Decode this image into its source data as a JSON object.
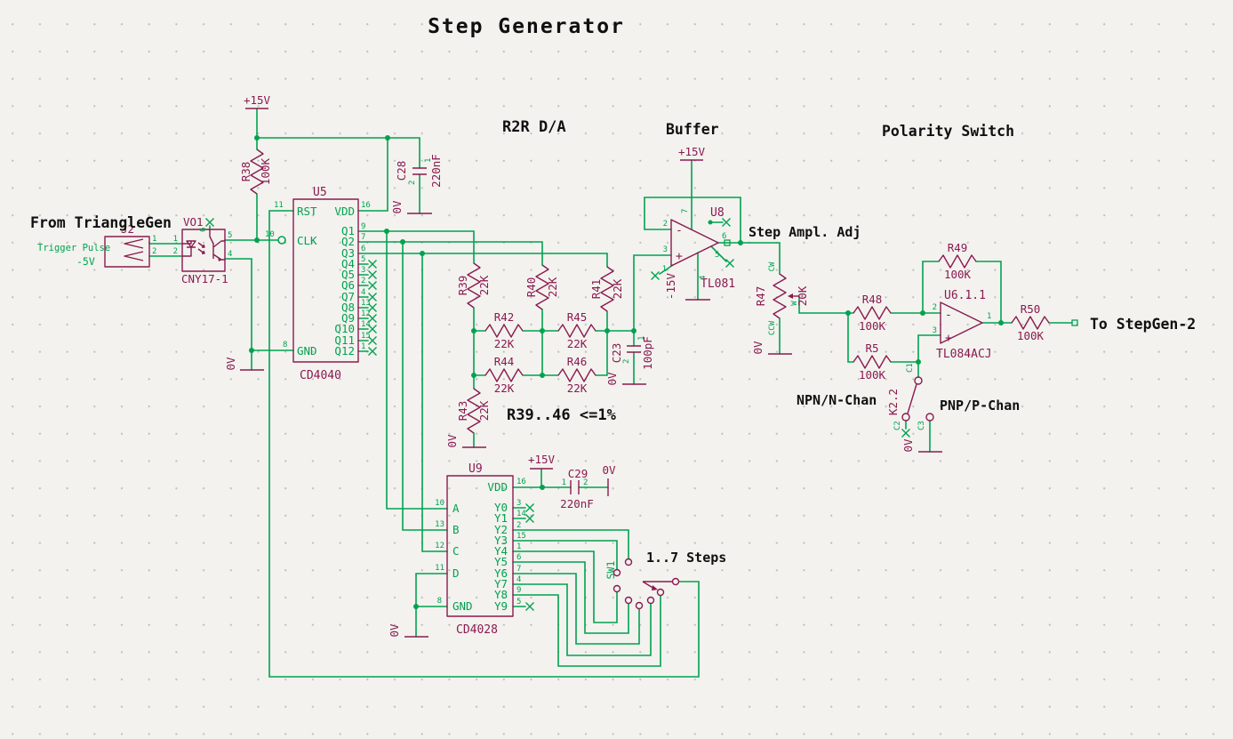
{
  "title": "Step Generator",
  "sections": {
    "r2r": "R2R D/A",
    "buffer": "Buffer",
    "polarity": "Polarity Switch"
  },
  "notes": {
    "from_trianglegen": "From TriangleGen",
    "trigger_pulse": "Trigger Pulse",
    "trigger_level": "-5V",
    "step_ampl_adj": "Step Ampl. Adj",
    "to_stepgen2": "To StepGen-2",
    "npn": "NPN/N-Chan",
    "pnp": "PNP/P-Chan",
    "steps": "1..7 Steps",
    "tolerance": "R39..46 <=1%"
  },
  "power": {
    "p15": "+15V",
    "m15": "-15V",
    "gnd": "0V"
  },
  "parts": {
    "j2": {
      "ref": "J2",
      "pins": {
        "p1": "1",
        "p2": "2"
      }
    },
    "vo1": {
      "ref": "VO1",
      "device": "CNY17-1",
      "pins": {
        "anode": "1",
        "cathode": "2",
        "base": "6",
        "collector": "5",
        "emitter": "4"
      }
    },
    "u5": {
      "ref": "U5",
      "device": "CD4040",
      "pins": {
        "rst": {
          "name": "RST",
          "num": "11"
        },
        "clk": {
          "name": "CLK",
          "num": "10"
        },
        "gnd": {
          "name": "GND",
          "num": "8"
        },
        "vdd": {
          "name": "VDD",
          "num": "16"
        }
      },
      "q": [
        {
          "name": "Q1",
          "num": "9"
        },
        {
          "name": "Q2",
          "num": "7"
        },
        {
          "name": "Q3",
          "num": "6"
        },
        {
          "name": "Q4",
          "num": "5"
        },
        {
          "name": "Q5",
          "num": "3"
        },
        {
          "name": "Q6",
          "num": "2"
        },
        {
          "name": "Q7",
          "num": "4"
        },
        {
          "name": "Q8",
          "num": "13"
        },
        {
          "name": "Q9",
          "num": "12"
        },
        {
          "name": "Q10",
          "num": "14"
        },
        {
          "name": "Q11",
          "num": "15"
        },
        {
          "name": "Q12",
          "num": "1"
        }
      ]
    },
    "r38": {
      "ref": "R38",
      "value": "100K"
    },
    "c28": {
      "ref": "C28",
      "value": "220nF",
      "pins": {
        "p1": "1",
        "p2": "2"
      }
    },
    "r39": {
      "ref": "R39",
      "value": "22K"
    },
    "r40": {
      "ref": "R40",
      "value": "22K"
    },
    "r41": {
      "ref": "R41",
      "value": "22K"
    },
    "r42": {
      "ref": "R42",
      "value": "22K"
    },
    "r43": {
      "ref": "R43",
      "value": "22K"
    },
    "r44": {
      "ref": "R44",
      "value": "22K"
    },
    "r45": {
      "ref": "R45",
      "value": "22K"
    },
    "r46": {
      "ref": "R46",
      "value": "22K"
    },
    "c23": {
      "ref": "C23",
      "value": "100pF",
      "pins": {
        "p1": "1",
        "p2": "2"
      }
    },
    "u8": {
      "ref": "U8",
      "device": "TL081",
      "minus": "-",
      "plus": "+",
      "pins": {
        "inv": "2",
        "noninv": "3",
        "out": "6",
        "vplus": "7",
        "vminus": "4",
        "null1": "1",
        "null2": "5"
      }
    },
    "r47": {
      "ref": "R47",
      "value": "20K",
      "cw": "CW",
      "ccw": "CCW",
      "w": "W"
    },
    "r48": {
      "ref": "R48",
      "value": "100K"
    },
    "r5": {
      "ref": "R5",
      "value": "100K"
    },
    "r49": {
      "ref": "R49",
      "value": "100K"
    },
    "r50": {
      "ref": "R50",
      "value": "100K"
    },
    "u6": {
      "ref": "U6.1.1",
      "device": "TL084ACJ",
      "minus": "-",
      "plus": "+",
      "pins": {
        "inv": "2",
        "noninv": "3",
        "out": "1"
      }
    },
    "k2": {
      "ref": "K2.2",
      "c1": "C1",
      "c2": "C2",
      "c3": "C3"
    },
    "u9": {
      "ref": "U9",
      "device": "CD4028",
      "pins": {
        "vdd": {
          "name": "VDD",
          "num": "16"
        },
        "gnd": {
          "name": "GND",
          "num": "8"
        }
      },
      "inputs": [
        {
          "name": "A",
          "num": "10"
        },
        {
          "name": "B",
          "num": "13"
        },
        {
          "name": "C",
          "num": "12"
        },
        {
          "name": "D",
          "num": "11"
        }
      ],
      "y": [
        {
          "name": "Y0",
          "num": "3"
        },
        {
          "name": "Y1",
          "num": "14"
        },
        {
          "name": "Y2",
          "num": "2"
        },
        {
          "name": "Y3",
          "num": "15"
        },
        {
          "name": "Y4",
          "num": "1"
        },
        {
          "name": "Y5",
          "num": "6"
        },
        {
          "name": "Y6",
          "num": "7"
        },
        {
          "name": "Y7",
          "num": "4"
        },
        {
          "name": "Y8",
          "num": "9"
        },
        {
          "name": "Y9",
          "num": "5"
        }
      ]
    },
    "c29": {
      "ref": "C29",
      "value": "220nF",
      "pins": {
        "p1": "1",
        "p2": "2"
      }
    },
    "sw1": {
      "ref": "SW1"
    }
  },
  "colors": {
    "wire": "#00a24f",
    "part": "#8a1a4f",
    "text": "#101010",
    "background": "#f3f2ef",
    "grid": "#bcbcbc"
  }
}
